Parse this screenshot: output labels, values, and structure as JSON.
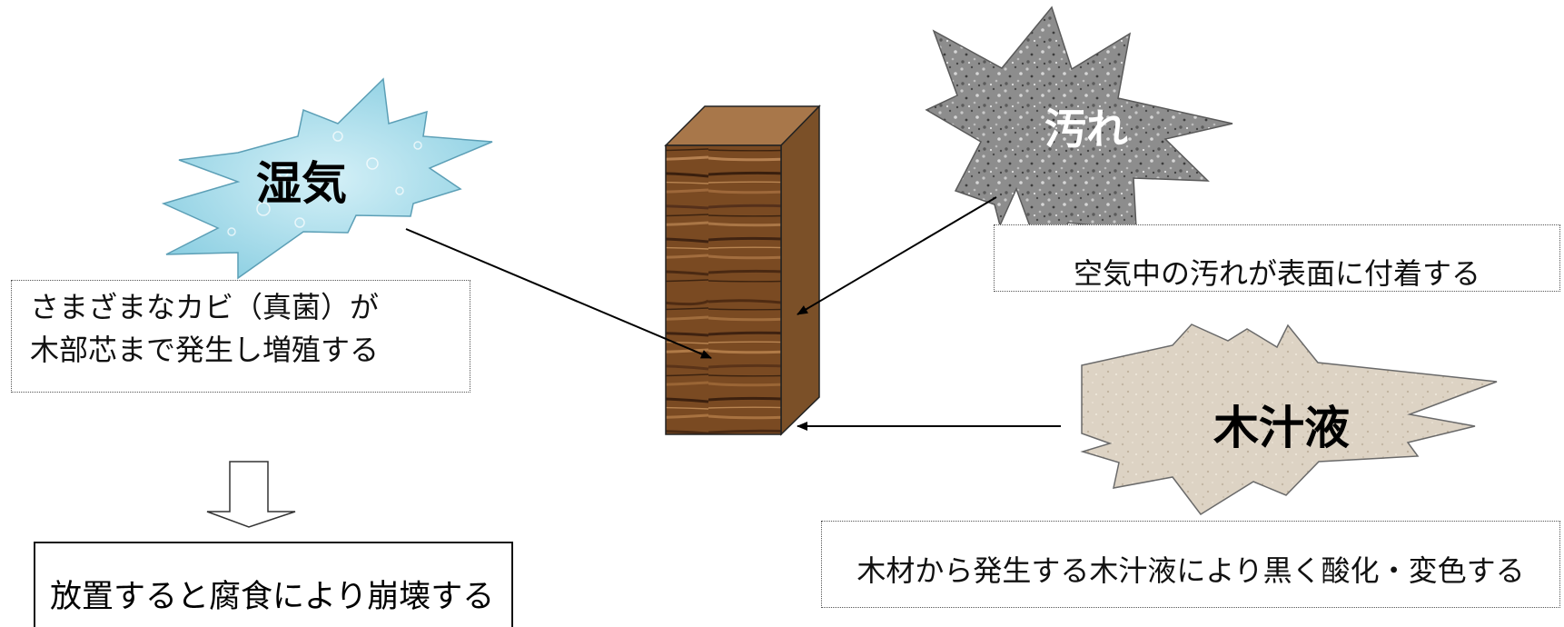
{
  "bursts": {
    "moisture": {
      "label": "湿気",
      "fill": "#a9dcea"
    },
    "dirt": {
      "label": "汚れ",
      "fill": "#8d8d8d"
    },
    "sap": {
      "label": "木汁液",
      "fill": "#ddd3c4"
    }
  },
  "notes": {
    "mold": [
      "さまざまなカビ（真菌）が",
      "木部芯まで発生し増殖する"
    ],
    "dirt": "空気中の汚れが表面に付着する",
    "sap": "木材から発生する木汁液により黒く酸化・変色する"
  },
  "result": "放置すると腐食により崩壊する",
  "colors": {
    "wood_front": "#7a4a22",
    "wood_top": "#a8774a",
    "wood_side": "#7b5028",
    "line": "#000000"
  }
}
